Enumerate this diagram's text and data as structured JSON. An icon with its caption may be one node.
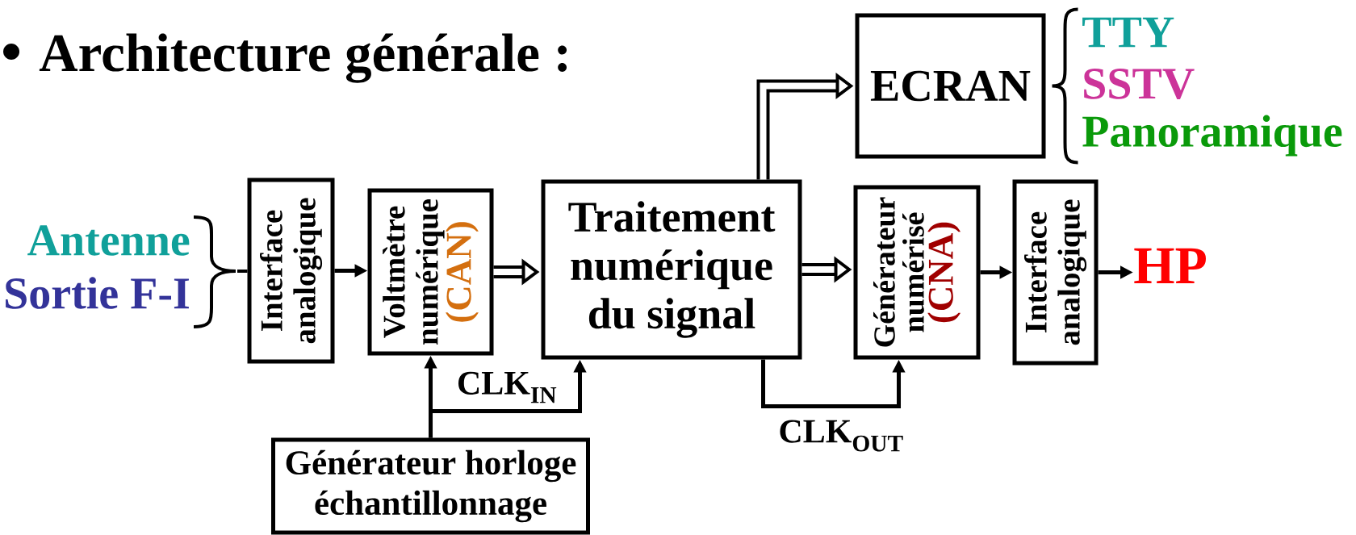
{
  "diagram": {
    "title": "Architecture générale :",
    "nodes": [
      {
        "text": [
          "Interface analogique"
        ]
      },
      {
        "text": [
          "Voltmètre numérique",
          "(CAN)"
        ]
      },
      {
        "text": [
          "Traitement numérique du signal"
        ]
      },
      {
        "text": [
          "ECRAN"
        ],
        "beside": [
          "TTY",
          "SSTV",
          "Panoramique"
        ]
      },
      {
        "text": [
          "Générateur numérisé",
          "(CNA)"
        ]
      },
      {
        "text": [
          "Interface analogique"
        ]
      },
      {
        "text": [
          "Générateur horloge échantillonnage"
        ]
      },
      {
        "text": [
          "Antenne",
          "Sortie F-I"
        ]
      },
      {
        "text": [
          "HP"
        ]
      }
    ],
    "edges": [
      {
        "from": 7,
        "to": 0,
        "arrow": "none"
      },
      {
        "from": 0,
        "to": 1,
        "arrow": "to"
      },
      {
        "from": 1,
        "to": 2,
        "arrow": "to",
        "style": "thick"
      },
      {
        "from": 2,
        "to": 3,
        "arrow": "to",
        "style": "thick"
      },
      {
        "from": 2,
        "to": 4,
        "arrow": "to",
        "style": "thick"
      },
      {
        "from": 4,
        "to": 5,
        "arrow": "to"
      },
      {
        "from": 5,
        "to": 8,
        "arrow": "to"
      },
      {
        "from": 6,
        "to": 1,
        "arrow": "to"
      },
      {
        "from": 6,
        "to": 2,
        "arrow": "to",
        "label": "CLK$_{IN}$"
      },
      {
        "from": 2,
        "to": 4,
        "arrow": "to",
        "label": "CLK$_{OUT}$"
      }
    ]
  }
}
